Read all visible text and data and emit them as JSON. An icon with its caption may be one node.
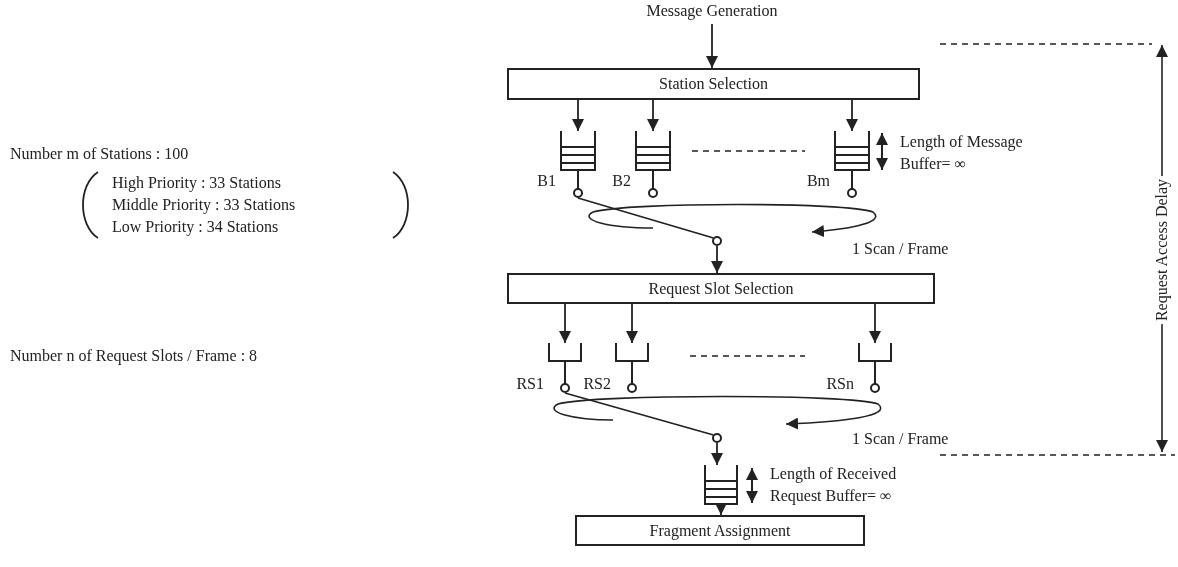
{
  "diagram": {
    "nodes": [
      {
        "text": [
          "Message Generation"
        ]
      },
      {
        "text": [
          "Station Selection"
        ]
      },
      {
        "text": [],
        "shape": "buffer",
        "beside": [
          "B1"
        ]
      },
      {
        "text": [],
        "shape": "buffer",
        "beside": [
          "B2"
        ]
      },
      {
        "text": [],
        "shape": "buffer",
        "beside": [
          "Bm"
        ]
      },
      {
        "text": [],
        "shape": "circle"
      },
      {
        "text": [
          "Request Slot Selection"
        ]
      },
      {
        "text": [],
        "shape": "slot",
        "beside": [
          "RS1"
        ]
      },
      {
        "text": [],
        "shape": "slot",
        "beside": [
          "RS2"
        ]
      },
      {
        "text": [],
        "shape": "slot",
        "beside": [
          "RSn"
        ]
      },
      {
        "text": [],
        "shape": "circle"
      },
      {
        "text": [],
        "shape": "buffer"
      },
      {
        "text": [
          "Fragment Assignment"
        ]
      }
    ],
    "edges": [
      {
        "from": 0,
        "to": 1,
        "arrow": "to"
      },
      {
        "from": 1,
        "to": 2,
        "arrow": "to"
      },
      {
        "from": 1,
        "to": 3,
        "arrow": "to"
      },
      {
        "from": 1,
        "to": 4,
        "arrow": "to"
      },
      {
        "from": 2,
        "to": 5,
        "arrow": "none"
      },
      {
        "from": 5,
        "to": 6,
        "arrow": "to"
      },
      {
        "from": 6,
        "to": 7,
        "arrow": "to"
      },
      {
        "from": 6,
        "to": 8,
        "arrow": "to"
      },
      {
        "from": 6,
        "to": 9,
        "arrow": "to"
      },
      {
        "from": 7,
        "to": 10,
        "arrow": "none"
      },
      {
        "from": 10,
        "to": 11,
        "arrow": "to"
      },
      {
        "from": 11,
        "to": 12,
        "arrow": "to"
      }
    ],
    "labels": [
      "Number m of Stations : 100",
      "High Priority : 33 Stations",
      "Middle Priority : 33 Stations",
      "Low Priority : 34 Stations",
      "Length of Message Buffer= ∞",
      "1 Scan / Frame",
      "Number n of Request Slots / Frame : 8",
      "1 Scan / Frame",
      "Length of Received Request Buffer= ∞",
      "Request Access Delay"
    ]
  }
}
